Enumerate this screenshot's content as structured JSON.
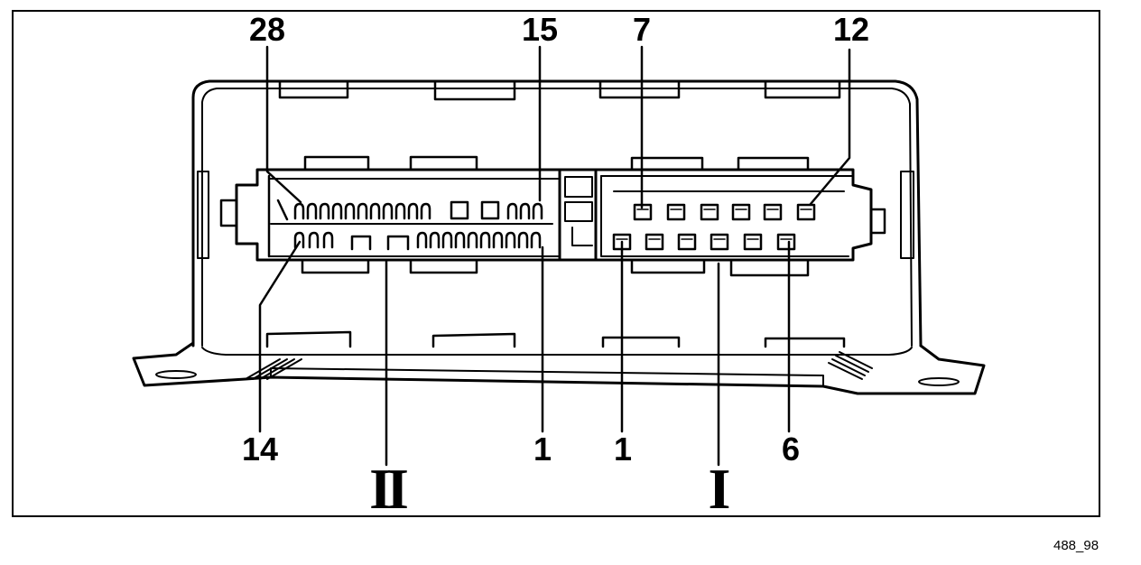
{
  "figure_id": "488_98",
  "labels": {
    "pin_28": "28",
    "pin_15": "15",
    "pin_7": "7",
    "pin_12": "12",
    "pin_14": "14",
    "connector_ii_pin_1": "1",
    "connector_i_pin_1": "1",
    "pin_6": "6"
  },
  "connectors": {
    "connector_ii": "II",
    "connector_i": "I"
  }
}
